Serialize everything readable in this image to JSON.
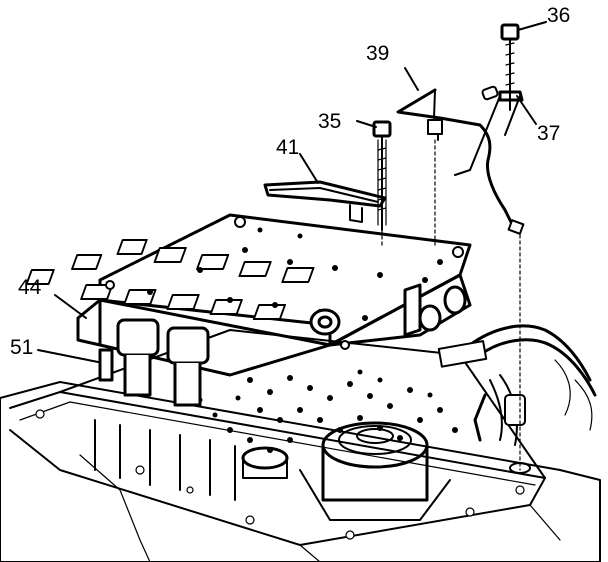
{
  "callouts": {
    "c36": "36",
    "c39": "39",
    "c35": "35",
    "c37": "37",
    "c41": "41",
    "c44": "44",
    "c51": "51"
  },
  "colors": {
    "line": "#000000",
    "background": "#ffffff"
  }
}
